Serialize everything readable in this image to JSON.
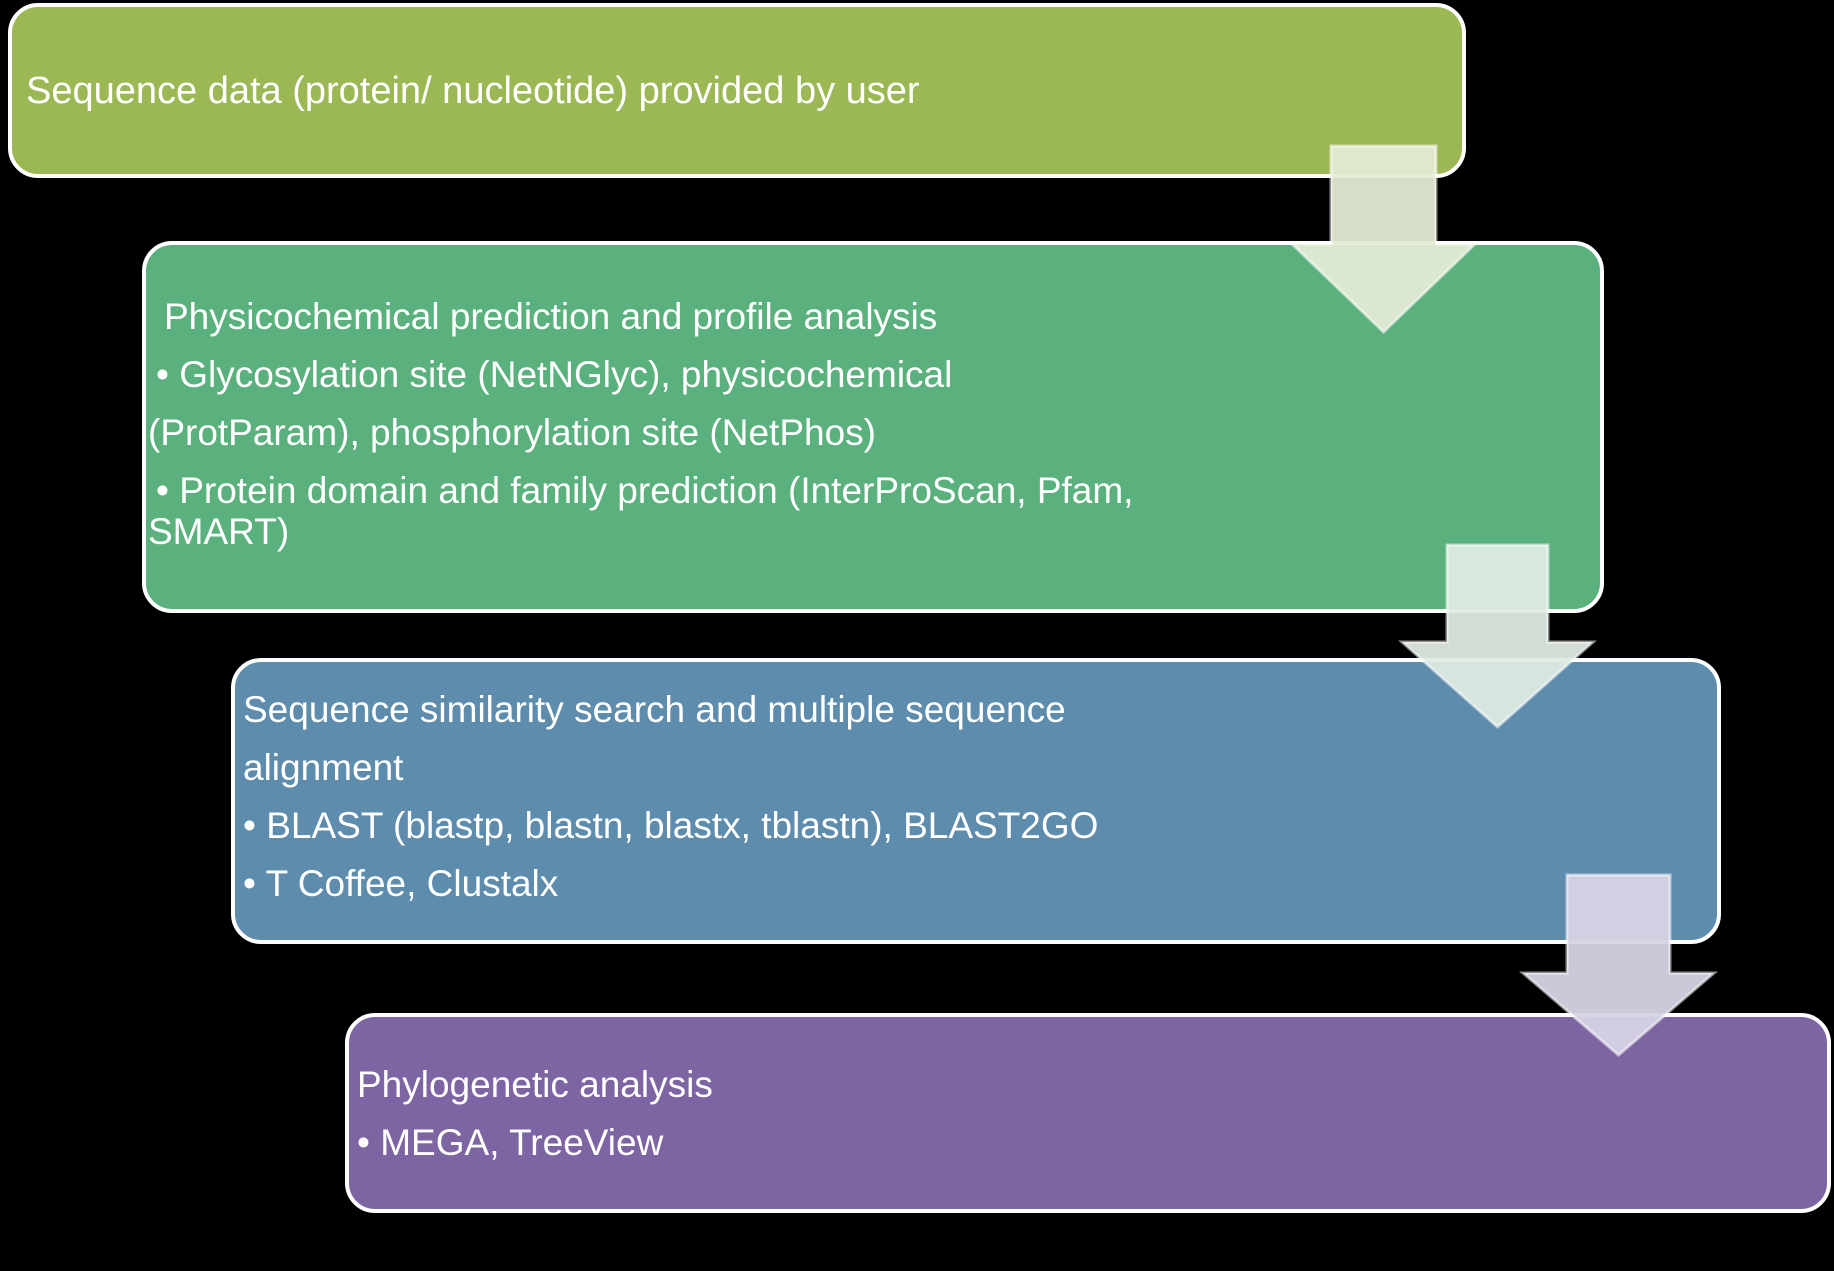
{
  "background_color": "#000000",
  "text_color": "#ffffff",
  "box_border_color": "#fefefe",
  "boxes": [
    {
      "id": "sequence-data",
      "color": "#9cb855",
      "lines": [
        "Sequence data (protein/ nucleotide) provided by user"
      ]
    },
    {
      "id": "physicochemical-prediction",
      "color": "#5bb17e",
      "lines": [
        "Physicochemical prediction and profile analysis",
        "• Glycosylation site (NetNGlyc), physicochemical",
        "(ProtParam), phosphorylation site (NetPhos)",
        "• Protein domain and family prediction (InterProScan, Pfam,",
        "SMART)"
      ]
    },
    {
      "id": "similarity-search-alignment",
      "color": "#5e8cad",
      "lines": [
        "Sequence similarity search and multiple sequence",
        "alignment",
        "• BLAST (blastp, blastn, blastx, tblastn), BLAST2GO",
        "• T Coffee, Clustalx"
      ]
    },
    {
      "id": "phylogenetic-analysis",
      "color": "#7d64a3",
      "lines": [
        "Phylogenetic analysis",
        "• MEGA, TreeView"
      ]
    }
  ],
  "arrows": [
    {
      "id": "arrow-step1-step2",
      "fill": "rgba(227,235,212,0.94)"
    },
    {
      "id": "arrow-step2-step3",
      "fill": "rgba(223,235,226,0.94)"
    },
    {
      "id": "arrow-step3-step4",
      "fill": "rgba(215,211,228,0.95)"
    }
  ]
}
